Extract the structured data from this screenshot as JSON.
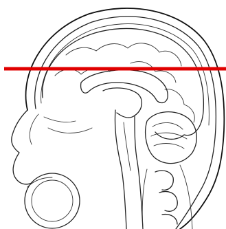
{
  "figure": {
    "background": "#ffffff",
    "line_color": "#222222",
    "marker_color": "#e00000",
    "marker": {
      "orientation": "horizontal",
      "meaning": "section plane",
      "level_fraction": 0.3
    }
  }
}
